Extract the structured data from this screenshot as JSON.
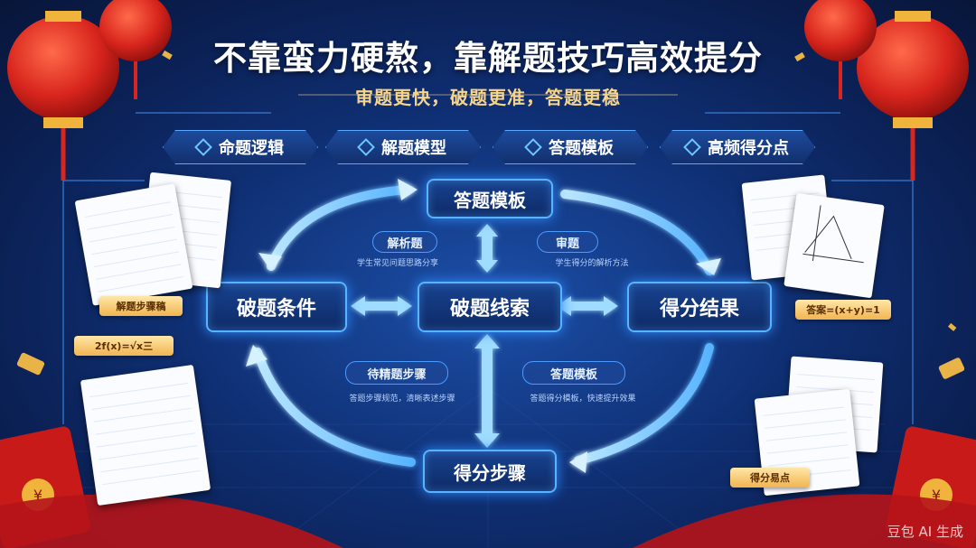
{
  "title": "不靠蛮力硬熬，靠解题技巧高效提分",
  "subtitle": "审题更快，破题更准，答题更稳",
  "tags": [
    "命题逻辑",
    "解题模型",
    "答题模板",
    "高频得分点"
  ],
  "nodes": {
    "top": "答题模板",
    "left": "破题条件",
    "center": "破题线索",
    "right": "得分结果",
    "bottom": "得分步骤"
  },
  "pills": {
    "upper_left": "解析题",
    "upper_right": "审题",
    "lower_left": "待精题步骤",
    "lower_right": "答题模板"
  },
  "small_texts": {
    "upper_left": "学生常见问题思路分享",
    "upper_right": "学生得分的解析方法",
    "lower_left": "答题步骤规范，清晰表述步骤",
    "lower_right": "答题得分模板，快速提升效果"
  },
  "notes": {
    "left_top": "解题步骤稿",
    "left_bottom": "2f(x)=√x三",
    "right_top": "答案=(x+y)=1",
    "right_bottom": "得分易点"
  },
  "watermark": "豆包 AI 生成",
  "colors": {
    "background": "#0f2f73",
    "accent": "#58b4ff",
    "gold": "#f6d58a",
    "lantern": "#d8251d"
  },
  "icons": [
    "lantern-icon",
    "red-envelope-icon",
    "diamond-icon",
    "arrow-icon"
  ]
}
